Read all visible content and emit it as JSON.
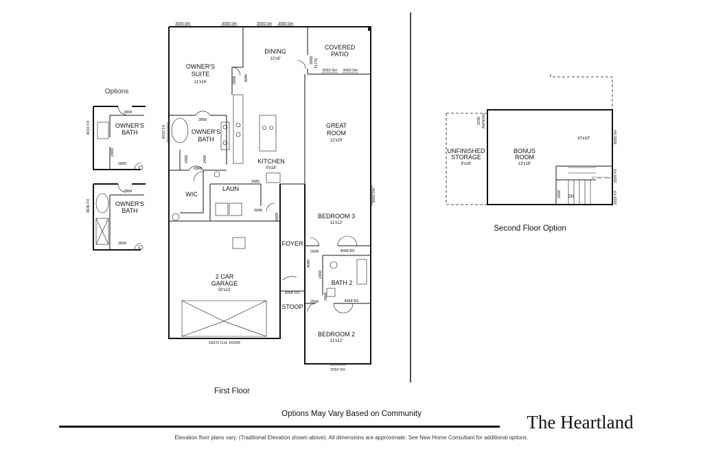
{
  "plan_name": "The Heartland",
  "footer": {
    "community_note": "Options May Vary Based on Community",
    "disclaimer": "Elevation floor plans vary. (Traditional Elevation shown above). All dimensions are approximate. See New Home Consultant for additional options."
  },
  "captions": {
    "first_floor": "First Floor",
    "second_floor": "Second Floor Option",
    "options": "Options"
  },
  "rooms": {
    "owners_suite": {
      "name": "OWNER'S",
      "name2": "SUITE",
      "size": "11'x16'"
    },
    "dining": {
      "name": "DINING",
      "size": "12'x9'"
    },
    "covered_patio": {
      "name": "COVERED",
      "name2": "PATIO"
    },
    "owners_bath": {
      "name": "OWNER'S",
      "name2": "BATH"
    },
    "kitchen": {
      "name": "KITCHEN",
      "size": "9'x18'"
    },
    "great_room": {
      "name": "GREAT",
      "name2": "ROOM",
      "size": "12'x20'"
    },
    "wic": {
      "name": "WIC"
    },
    "laun": {
      "name": "LAUN"
    },
    "bedroom3": {
      "name": "BEDROOM 3",
      "size": "11'x12'"
    },
    "foyer": {
      "name": "FOYER"
    },
    "bath2": {
      "name": "BATH 2"
    },
    "garage": {
      "name": "2 CAR",
      "name2": "GARAGE",
      "size": "20'x22'"
    },
    "stoop": {
      "name": "STOOP"
    },
    "bedroom2": {
      "name": "BEDROOM 2",
      "size": "11'x12'"
    },
    "unfinished_storage": {
      "name": "UNFINISHED",
      "name2": "STORAGE",
      "size": "8'x18'"
    },
    "bonus_room": {
      "name": "BONUS",
      "name2": "ROOM",
      "size": "13'x18'"
    },
    "bonus_dim": "10'x10'",
    "opt_bath_1": {
      "name": "OWNER'S",
      "name2": "BATH"
    },
    "opt_bath_2": {
      "name": "OWNER'S",
      "name2": "BATH"
    }
  },
  "dims": {
    "top1": "3050 SH",
    "top2": "3050 SH",
    "top3": "3050 SH",
    "top4": "3050 SH",
    "patio1": "3050 SH",
    "patio2": "3050 SH",
    "bed3_side": "3050 SH",
    "bed2_bottom": "3050 SH",
    "garage_door": "16070 O.H. DOOR",
    "left_fx": "4010 FX",
    "d2868_suite": "2868",
    "d3080": "3080",
    "d3068_patio": "3068",
    "patio_flite": "FLITE",
    "d2868_bath": "2868",
    "d2468_a": "2468",
    "d2468_b": "2468",
    "d2868_wic": "2868",
    "d3080_laun": "3080",
    "d3068_laun": "3068",
    "d2868_laun": "2868",
    "d2668_bed3": "2668",
    "d4068_bs1": "4068 BS",
    "d4080_foyer": "4080",
    "d2468_bath2": "2468",
    "d3068_sc": "3068 S/C",
    "d2668_bed2": "2668",
    "d2868_bath2": "2868",
    "d4068_bs2": "4068 BS",
    "opt1_fx": "4010 FX",
    "opt1_2868_top": "2868",
    "opt1_2468": "2468",
    "opt1_2868_bottom": "2868",
    "opt2_fx": "3636 FX",
    "opt2_2868_top": "2868",
    "opt2_2868_bottom": "2868",
    "sf_2030": "2030",
    "sf_awning": "AWNING",
    "sf_3050": "3050 SH",
    "sf_2020_a": "2020 FX",
    "sf_2020_b": "2020 FX",
    "sf_2868": "2868",
    "sf_rail": "42\" HALF WALL",
    "sf_dn": "DN"
  }
}
